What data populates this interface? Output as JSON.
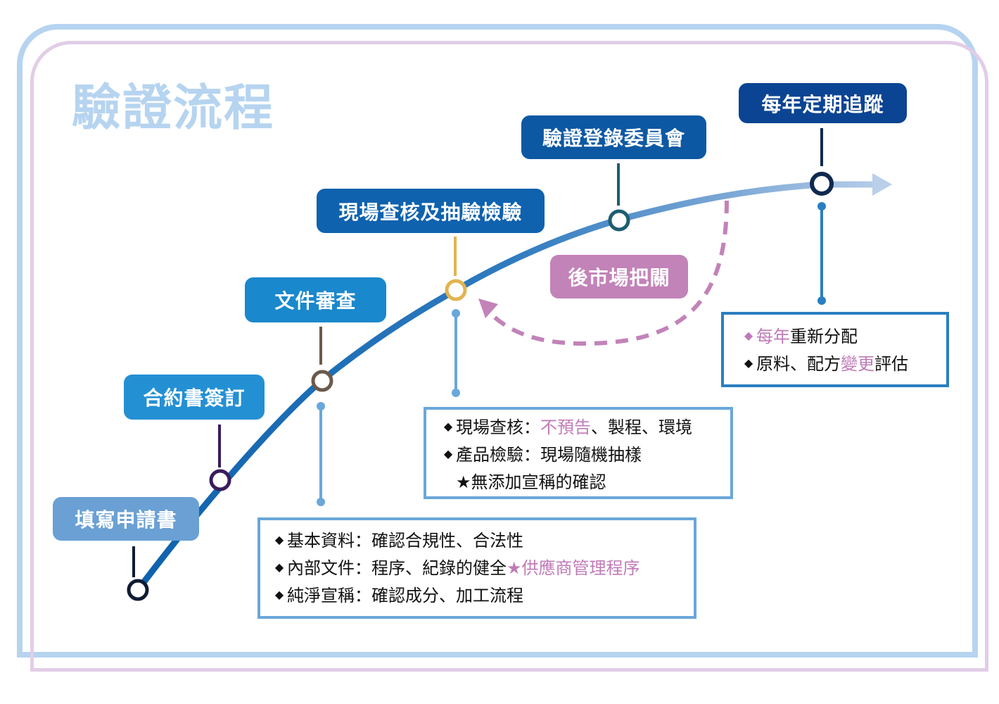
{
  "title": "驗證流程",
  "colors": {
    "frame_blue": "#b6d4f0",
    "frame_pink": "#e2cde6",
    "curve": "#1565a8",
    "accent_pink": "#c07ab8"
  },
  "steps": [
    {
      "id": "apply",
      "label": "填寫申請書",
      "color": "#6aa0d4",
      "node_color": "#0e1b33"
    },
    {
      "id": "contract",
      "label": "合約書簽訂",
      "color": "#2490d4",
      "node_color": "#3a1d5c"
    },
    {
      "id": "doc-review",
      "label": "文件審查",
      "color": "#1a88cc",
      "node_color": "#6b5a4b"
    },
    {
      "id": "onsite",
      "label": "現場查核及抽驗檢驗",
      "color": "#0f62ae",
      "node_color": "#e2b450"
    },
    {
      "id": "committee",
      "label": "驗證登錄委員會",
      "color": "#0d58a3",
      "node_color": "#1c5e72"
    },
    {
      "id": "annual",
      "label": "每年定期追蹤",
      "color": "#0b4493",
      "node_color": "#0f2a4e"
    }
  ],
  "post_market": {
    "label": "後市場把關",
    "color": "#c283b8"
  },
  "details": {
    "doc_review": [
      {
        "bullet": "◆",
        "parts": [
          {
            "text": "基本資料：確認合規性、合法性",
            "pink": false
          }
        ]
      },
      {
        "bullet": "◆",
        "parts": [
          {
            "text": "內部文件：程序、紀錄的健全",
            "pink": false
          },
          {
            "text": "★供應商管理程序",
            "pink": true
          }
        ]
      },
      {
        "bullet": "◆",
        "parts": [
          {
            "text": "純淨宣稱：確認成分、加工流程",
            "pink": false
          }
        ]
      }
    ],
    "onsite": [
      {
        "bullet": "◆",
        "parts": [
          {
            "text": "現場查核：",
            "pink": false
          },
          {
            "text": "不預告",
            "pink": true
          },
          {
            "text": "、製程、環境",
            "pink": false
          }
        ]
      },
      {
        "bullet": "◆",
        "parts": [
          {
            "text": "產品檢驗：現場隨機抽樣",
            "pink": false
          }
        ]
      },
      {
        "bullet": "",
        "parts": [
          {
            "text": "★無添加宣稱的確認",
            "pink": false
          }
        ]
      }
    ],
    "annual": [
      {
        "bullet": "◆",
        "bullet_pink": true,
        "parts": [
          {
            "text": "每年",
            "pink": true
          },
          {
            "text": "重新分配",
            "pink": false
          }
        ]
      },
      {
        "bullet": "◆",
        "parts": [
          {
            "text": "原料、配方",
            "pink": false
          },
          {
            "text": "變更",
            "pink": true
          },
          {
            "text": "評估",
            "pink": false
          }
        ]
      }
    ]
  }
}
